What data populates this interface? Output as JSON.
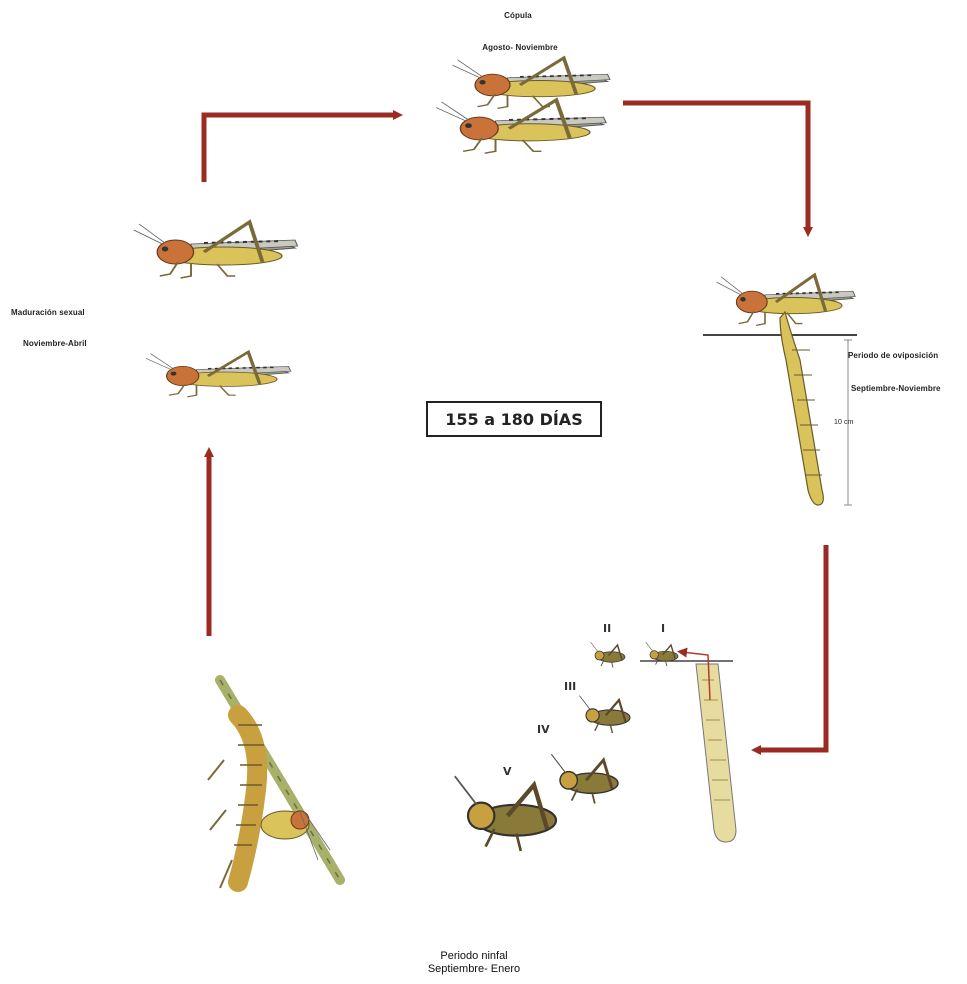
{
  "diagram": {
    "center_duration": "155 a 180 DÍAS",
    "stages": {
      "copula": {
        "title": "Cópula",
        "period": "Agosto- Noviembre"
      },
      "oviposition": {
        "title": "Periodo de oviposición",
        "period": "Septiembre-Noviembre",
        "measure": "10 cm"
      },
      "nymphal": {
        "title": "Periodo ninfal",
        "period": "Septiembre- Enero",
        "instars": [
          "I",
          "II",
          "III",
          "IV",
          "V"
        ]
      },
      "maturation": {
        "title": "Maduración sexual",
        "period": "Noviembre-Abril"
      }
    },
    "colors": {
      "arrow": "#9b2a22",
      "body_orange": "#c9733a",
      "body_yellow": "#d9c35a",
      "wing": "#8b8b80",
      "leg": "#7a6a3a"
    }
  }
}
